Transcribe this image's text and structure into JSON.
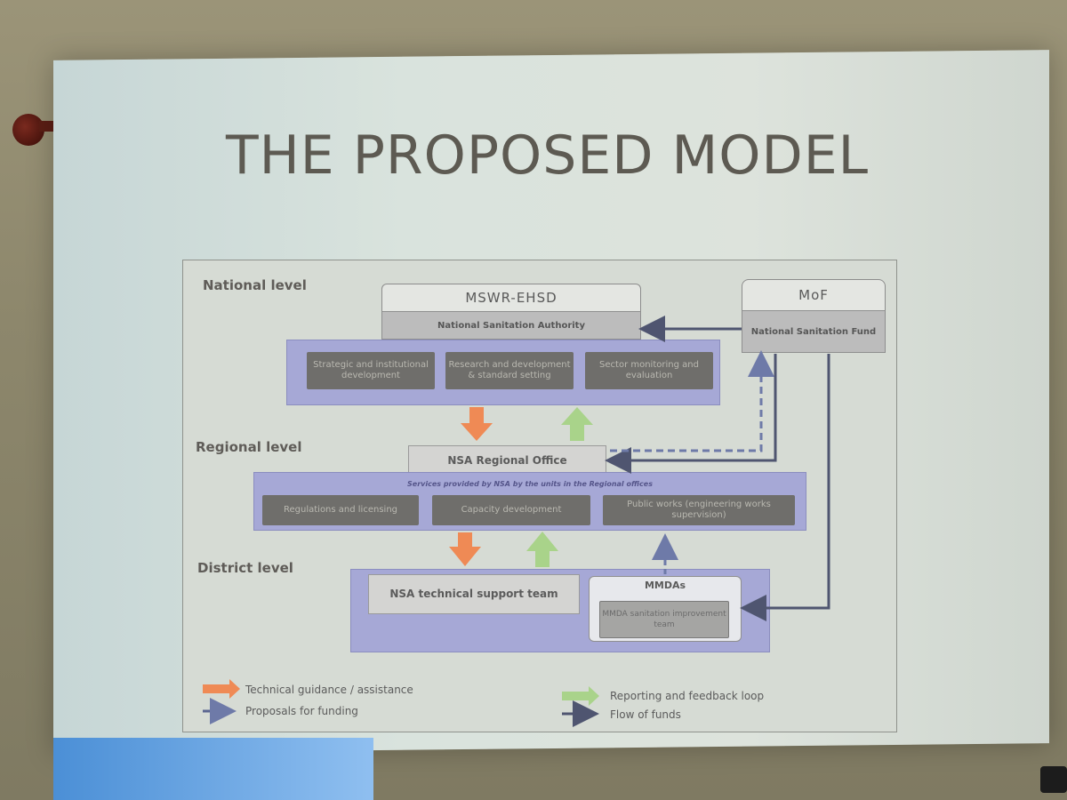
{
  "slide": {
    "title": "THE PROPOSED MODEL"
  },
  "levels": {
    "national": "National level",
    "regional": "Regional level",
    "district": "District level"
  },
  "nodes": {
    "mswr": {
      "title": "MSWR-EHSD",
      "subtitle": "National Sanitation Authority"
    },
    "mof": {
      "title": "MoF",
      "subtitle": "National Sanitation Fund"
    },
    "national_units": [
      "Strategic and institutional development",
      "Research and development & standard setting",
      "Sector monitoring and evaluation"
    ],
    "regional_office": "NSA Regional Office",
    "regional_caption": "Services provided by NSA by the units in the Regional offices",
    "regional_units": [
      "Regulations and licensing",
      "Capacity development",
      "Public works (engineering works supervision)"
    ],
    "nsa_team": "NSA technical support team",
    "mmdas": "MMDAs",
    "mmda_team": "MMDA sanitation improvement team"
  },
  "legend": [
    {
      "label": "Technical guidance / assistance",
      "color": "#ef8a55",
      "style": "solid"
    },
    {
      "label": "Proposals for funding",
      "color": "#5b6590",
      "style": "dashed"
    },
    {
      "label": "Reporting and feedback loop",
      "color": "#a9d38a",
      "style": "solid"
    },
    {
      "label": "Flow of funds",
      "color": "#4f5570",
      "style": "solid"
    }
  ],
  "colors": {
    "orange": "#ef8a55",
    "green": "#a9d38a",
    "navy": "#4f5570",
    "panel": "#a6a8d6"
  }
}
